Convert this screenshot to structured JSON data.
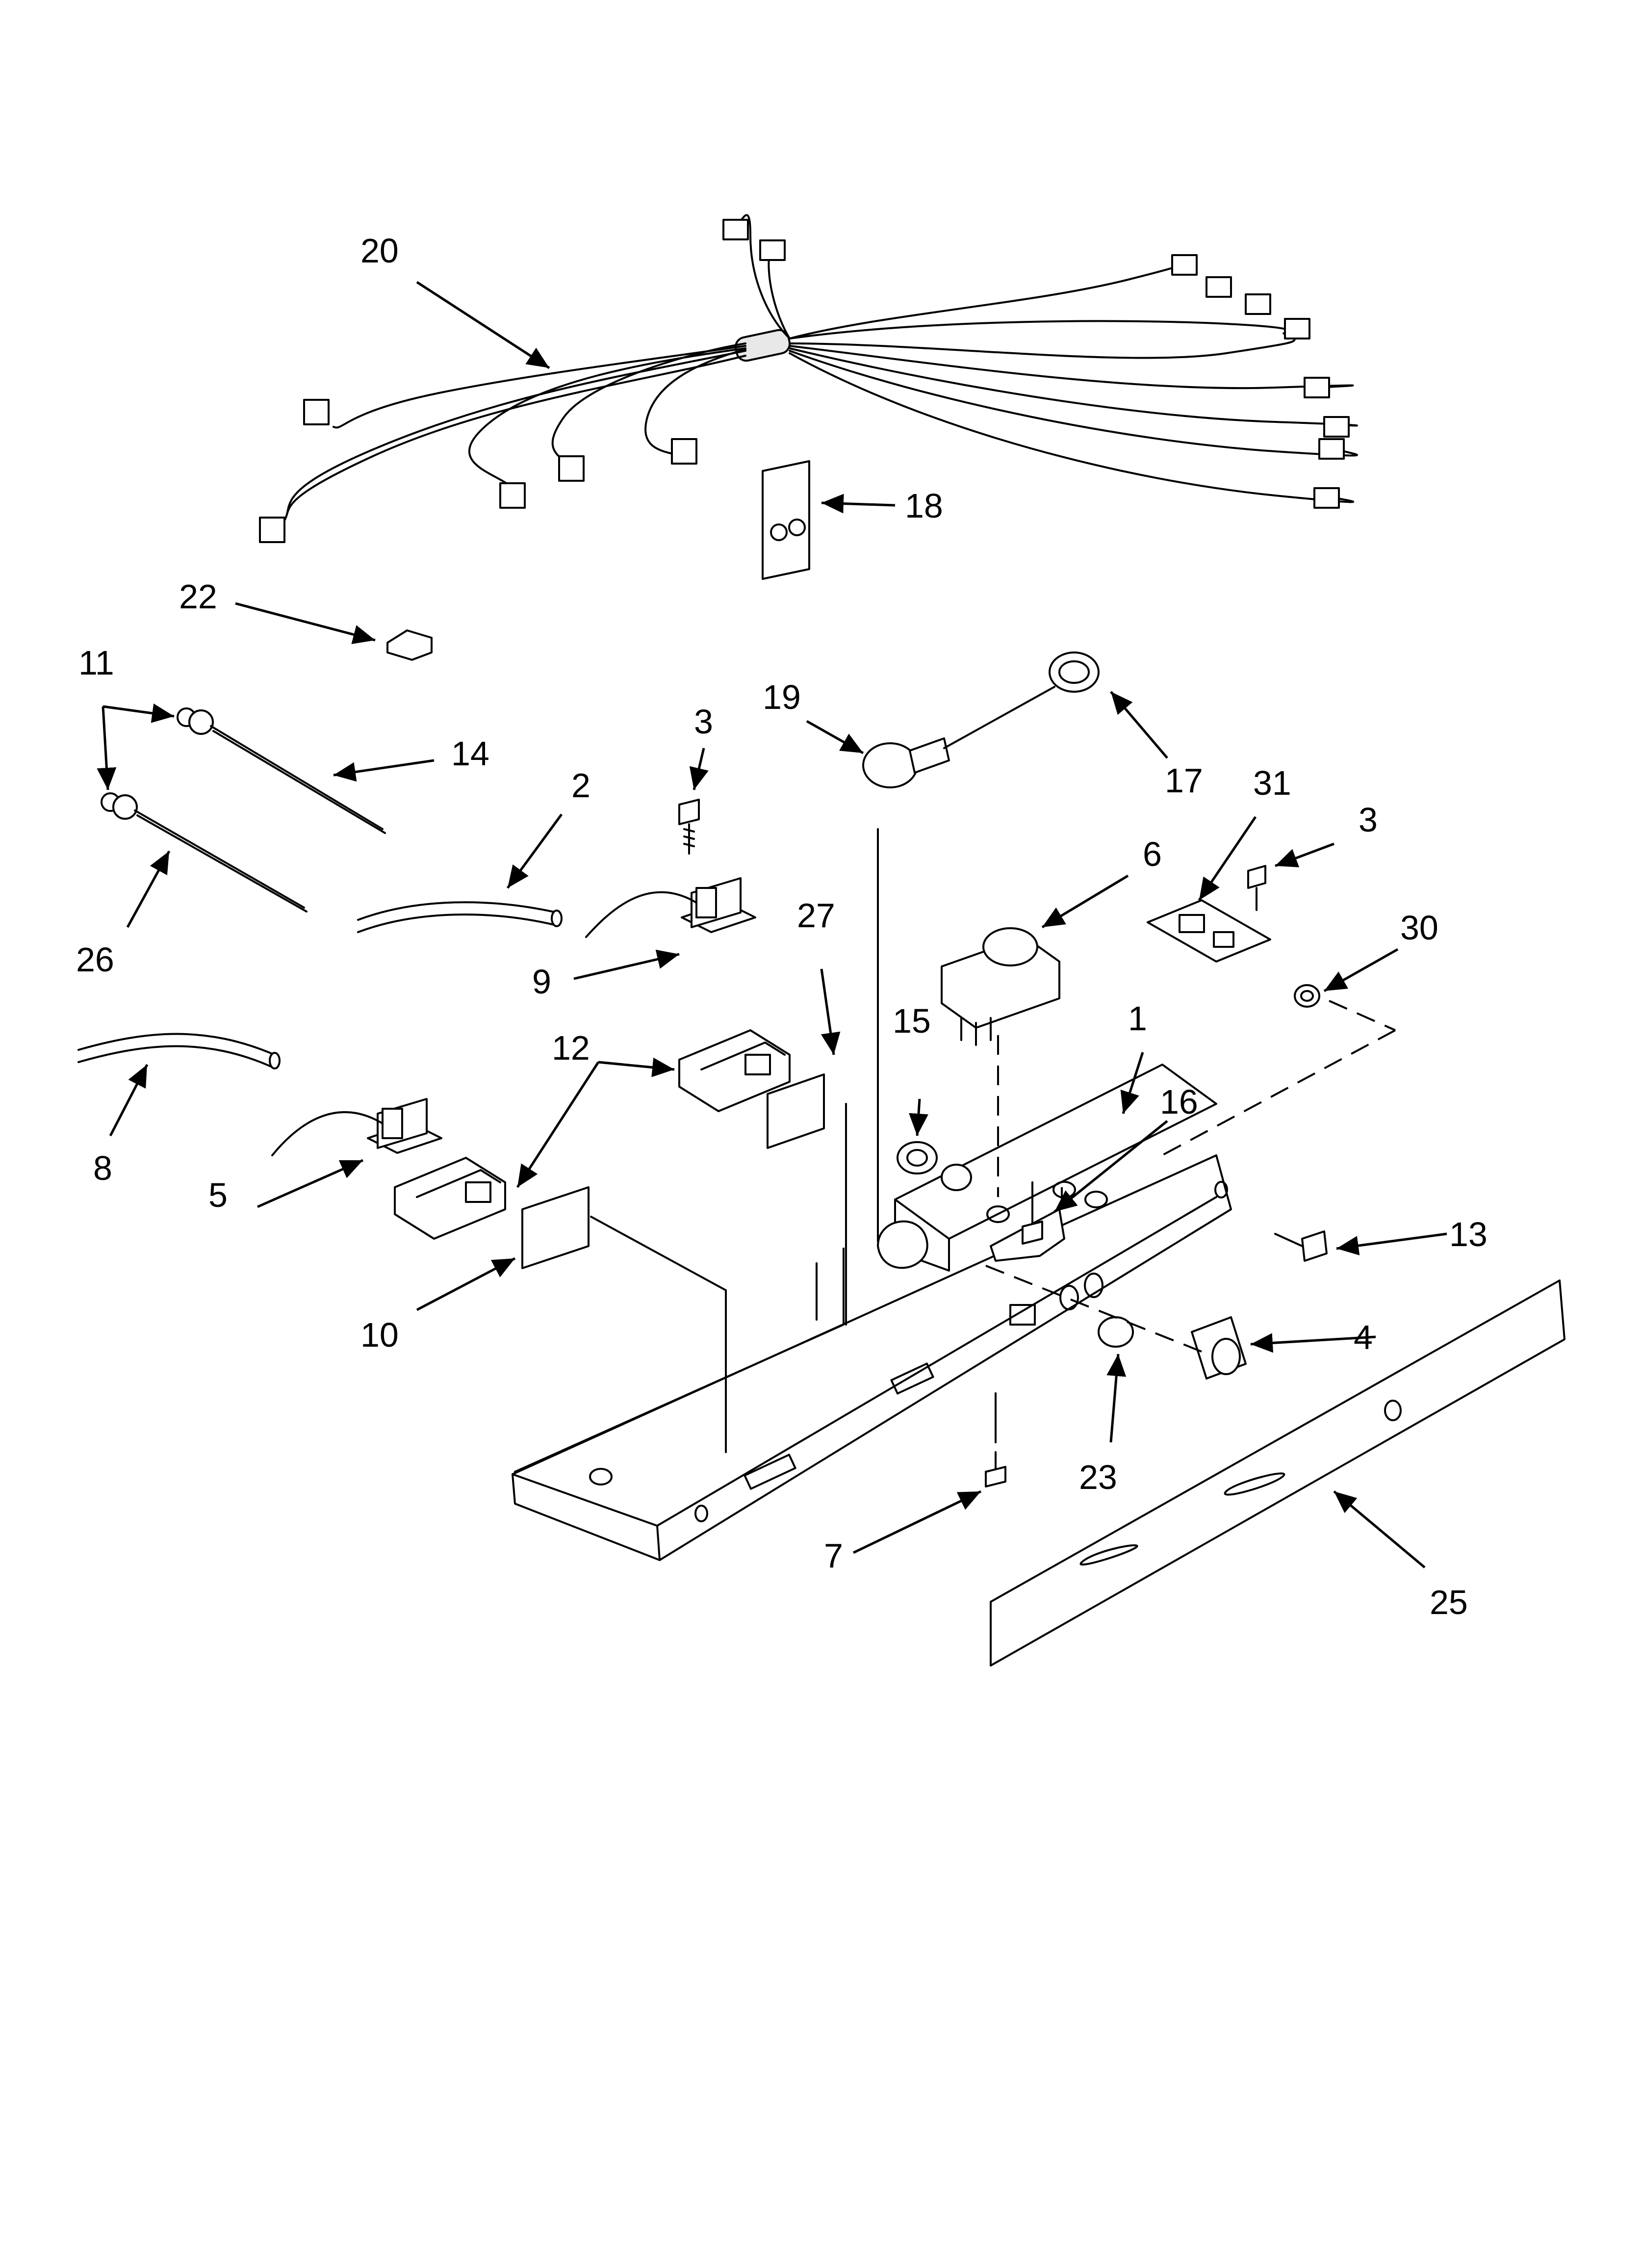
{
  "diagram": {
    "callouts": [
      {
        "id": "c20",
        "label": "20"
      },
      {
        "id": "c18",
        "label": "18"
      },
      {
        "id": "c22",
        "label": "22"
      },
      {
        "id": "c11",
        "label": "11"
      },
      {
        "id": "c14",
        "label": "14"
      },
      {
        "id": "c26",
        "label": "26"
      },
      {
        "id": "c2",
        "label": "2"
      },
      {
        "id": "c3a",
        "label": "3"
      },
      {
        "id": "c9",
        "label": "9"
      },
      {
        "id": "c19",
        "label": "19"
      },
      {
        "id": "c17",
        "label": "17"
      },
      {
        "id": "c31",
        "label": "31"
      },
      {
        "id": "c3b",
        "label": "3"
      },
      {
        "id": "c6",
        "label": "6"
      },
      {
        "id": "c30",
        "label": "30"
      },
      {
        "id": "c27",
        "label": "27"
      },
      {
        "id": "c12",
        "label": "12"
      },
      {
        "id": "c8",
        "label": "8"
      },
      {
        "id": "c5",
        "label": "5"
      },
      {
        "id": "c15",
        "label": "15"
      },
      {
        "id": "c1",
        "label": "1"
      },
      {
        "id": "c16",
        "label": "16"
      },
      {
        "id": "c13",
        "label": "13"
      },
      {
        "id": "c10",
        "label": "10"
      },
      {
        "id": "c4",
        "label": "4"
      },
      {
        "id": "c23",
        "label": "23"
      },
      {
        "id": "c7",
        "label": "7"
      },
      {
        "id": "c25",
        "label": "25"
      }
    ]
  }
}
